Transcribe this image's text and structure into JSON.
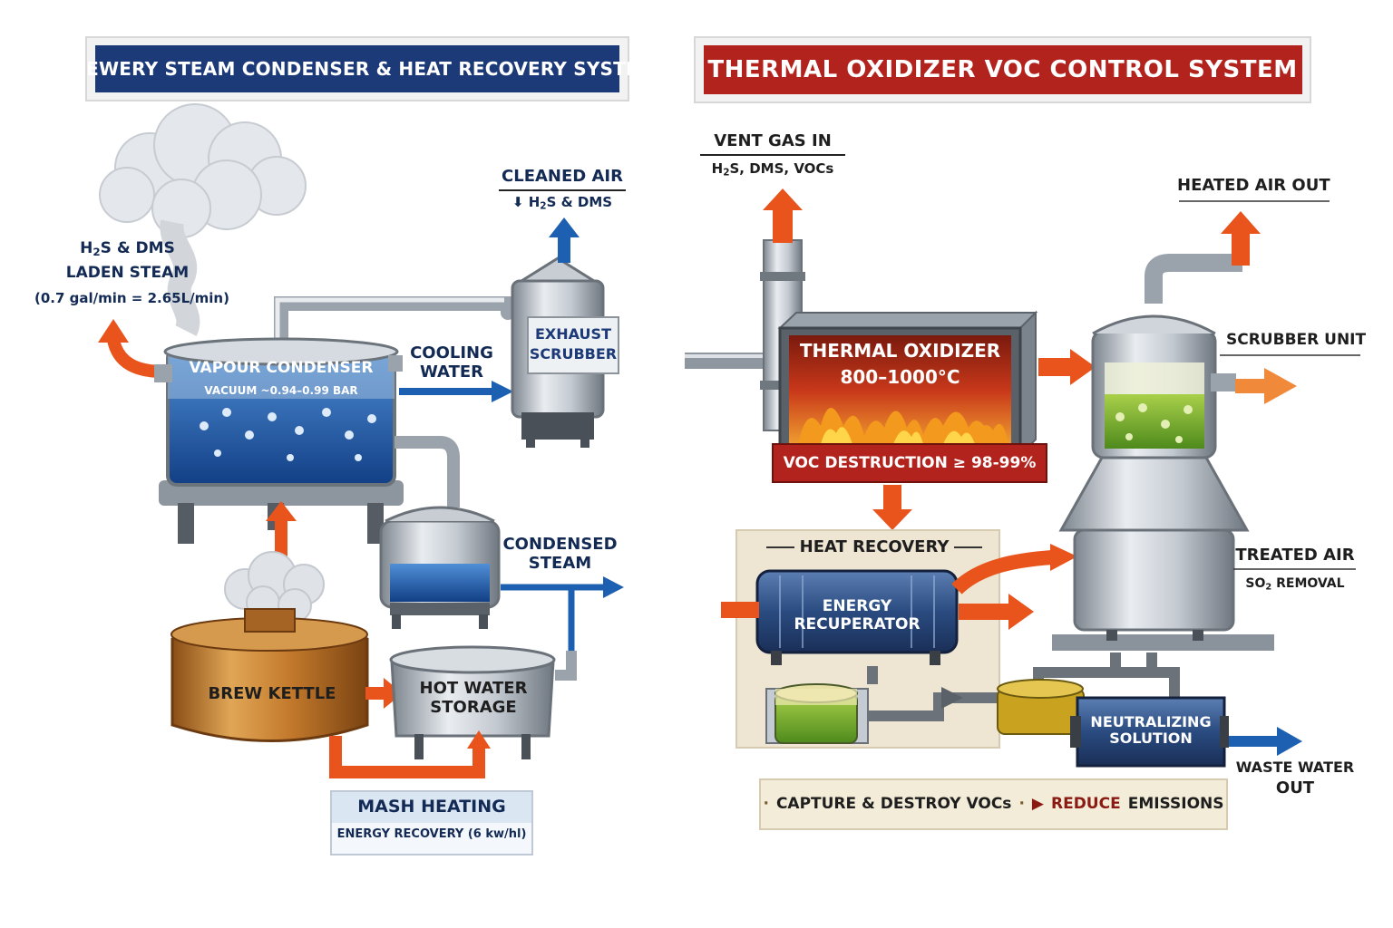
{
  "left": {
    "title": "BREWERY STEAM CONDENSER & HEAT RECOVERY SYSTEM",
    "steam_label": {
      "line1": "H2S & DMS",
      "line2": "LADEN STEAM",
      "line3": "(0.7 gal/min = 2.65L/min)"
    },
    "cleaned_air": {
      "title": "CLEANED AIR",
      "sub": "H2S & DMS"
    },
    "scrubber": {
      "line1": "EXHAUST",
      "line2": "SCRUBBER"
    },
    "condenser": {
      "title": "VAPOUR CONDENSER",
      "sub": "VACUUM ~0.94–0.99 BAR"
    },
    "cooling": {
      "line1": "COOLING",
      "line2": "WATER"
    },
    "condensed": {
      "line1": "CONDENSED",
      "line2": "STEAM"
    },
    "kettle": "BREW KETTLE",
    "hot_water": {
      "line1": "HOT WATER",
      "line2": "STORAGE"
    },
    "mash": {
      "title": "MASH HEATING",
      "sub": "ENERGY RECOVERY (6 kw/hl)"
    }
  },
  "right": {
    "title": "THERMAL OXIDIZER VOC CONTROL SYSTEM",
    "vent": {
      "title": "VENT GAS IN",
      "sub": "H2S, DMS, VOCs"
    },
    "heated": "HEATED AIR OUT",
    "oxidizer": {
      "line1": "THERMAL OXIDIZER",
      "line2": "800–1000°C"
    },
    "destruction": "VOC DESTRUCTION ≥ 98-99%",
    "scrubber_unit": "SCRUBBER UNIT",
    "heat_recovery": "HEAT RECOVERY",
    "recuperator": {
      "line1": "ENERGY",
      "line2": "RECUPERATOR"
    },
    "treated": {
      "title": "TREATED AIR",
      "sub": "SO2 REMOVAL"
    },
    "neutralizing": {
      "line1": "NEUTRALIZING",
      "line2": "SOLUTION"
    },
    "waste": {
      "line1": "WASTE WATER",
      "line2": "OUT"
    },
    "footer": {
      "part1": "CAPTURE & DESTROY VOCs",
      "part2": "REDUCE",
      "part3": "EMISSIONS"
    }
  },
  "colors": {
    "navy": "#1d3a78",
    "red": "#b3231d",
    "orange": "#e8541c",
    "blue": "#1d5fb0",
    "copper": "#c47a2c",
    "steel": "#a9b1ba"
  }
}
